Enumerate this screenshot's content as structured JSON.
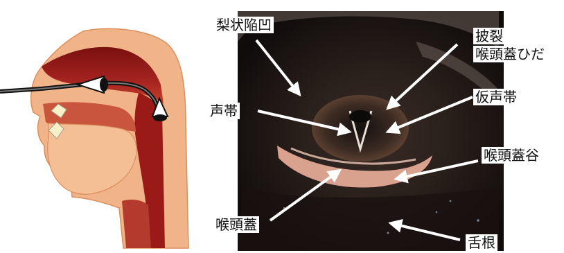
{
  "labels": {
    "piriform_recess": "梨状陥凹",
    "aryepiglottic_fold_line1": "披裂",
    "aryepiglottic_fold_line2": "喉頭蓋ひだ",
    "vocal_cord": "声帯",
    "false_vocal_cord": "仮声帯",
    "epiglottic_vallecula": "喉頭蓋谷",
    "epiglottis": "喉頭蓋",
    "tongue_root": "舌根"
  },
  "colors": {
    "tissue": "#f1b489",
    "tissue_outline": "#d98e5d",
    "airway": "#8e1616",
    "airway_light": "#c43a2f",
    "scope_photo_bg": "#1e1715",
    "arrow": "#ffffff"
  }
}
